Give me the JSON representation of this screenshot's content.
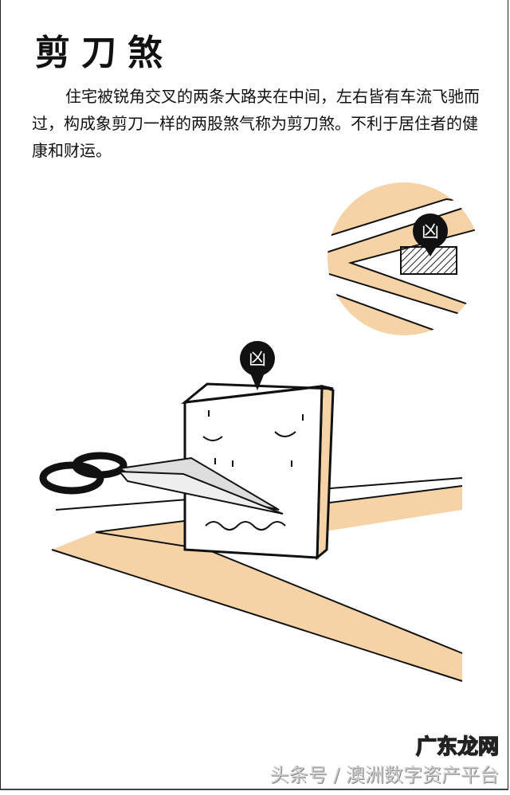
{
  "title": "剪刀煞",
  "paragraph": "住宅被锐角交叉的两条大路夹在中间，左右皆有车流飞驰而过，构成象剪刀一样的两股煞气称为剪刀煞。不利于居住者的健康和财运。",
  "watermark": {
    "source": "头条号 / 澳洲数字资产平台",
    "overlay": "广东龙网"
  },
  "colors": {
    "road": "#f6d3a6",
    "ink": "#111111"
  },
  "icons": [
    "ominous-marker-icon",
    "scissors-icon"
  ]
}
